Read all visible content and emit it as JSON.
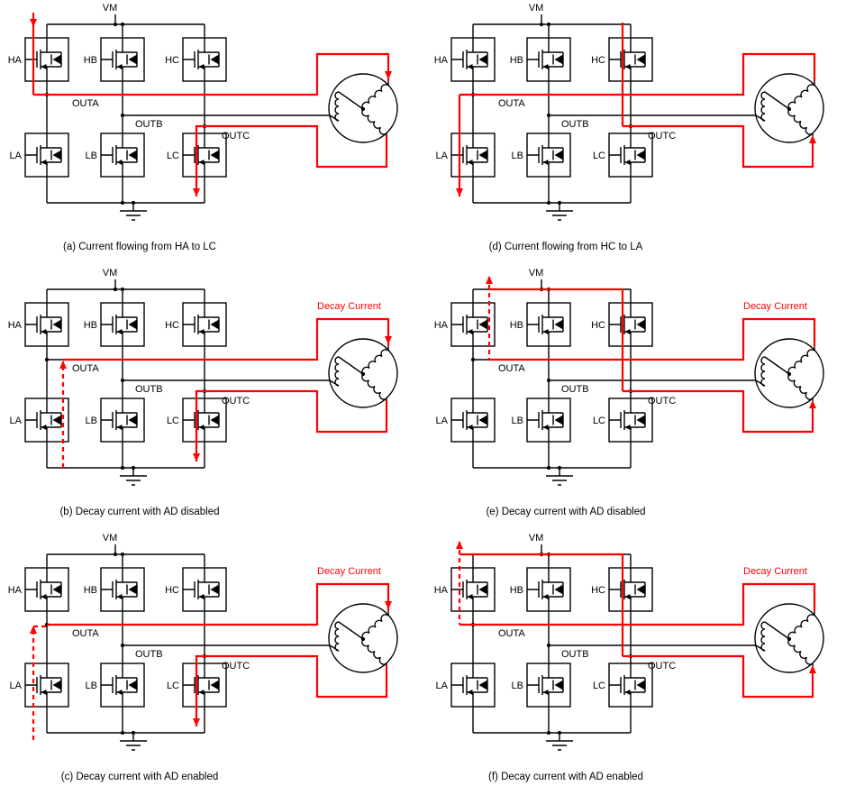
{
  "shared": {
    "vm": "VM",
    "outa": "OUTA",
    "outb": "OUTB",
    "outc": "OUTC",
    "fets": [
      "HA",
      "HB",
      "HC",
      "LA",
      "LB",
      "LC"
    ]
  },
  "decay_label": "Decay Current",
  "colors": {
    "wire": "#000000",
    "current": "#fe0000",
    "background": "#ffffff"
  },
  "panels": [
    {
      "id": "a",
      "caption": "(a) Current flowing from HA to LC",
      "shows_decay_label": false
    },
    {
      "id": "d",
      "caption": "(d) Current flowing from HC to LA",
      "shows_decay_label": false
    },
    {
      "id": "b",
      "caption": "(b) Decay current with AD disabled",
      "shows_decay_label": true
    },
    {
      "id": "e",
      "caption": "(e) Decay current with AD disabled",
      "shows_decay_label": true
    },
    {
      "id": "c",
      "caption": "(c) Decay current with AD enabled",
      "shows_decay_label": true
    },
    {
      "id": "f",
      "caption": "(f) Decay current with AD enabled",
      "shows_decay_label": true
    }
  ]
}
